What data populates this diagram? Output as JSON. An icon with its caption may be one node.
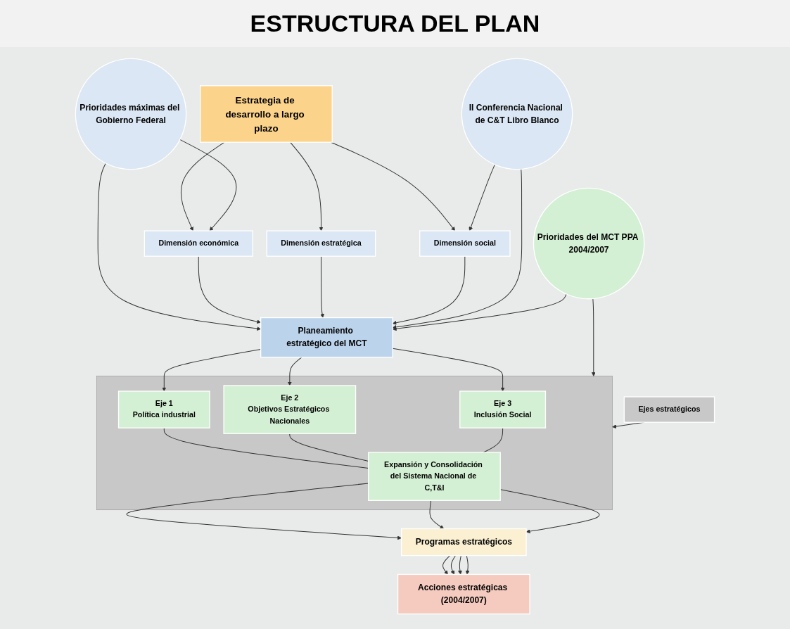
{
  "diagram": {
    "title": "ESTRUCTURA DEL PLAN",
    "nodes": [
      {
        "text": [
          "Estrategia de desarrollo a largo plazo"
        ]
      },
      {
        "text": [
          "Prioridades máximas del Gobierno Federal"
        ]
      },
      {
        "text": [
          "Dimensión económica"
        ]
      },
      {
        "text": [
          "Dimensión estratégica"
        ]
      },
      {
        "text": [
          "Dimensión social"
        ]
      },
      {
        "text": [
          "II Conferencia Nacional de C&T Libro Blanco"
        ]
      },
      {
        "text": [
          "Planeamiento estratégico del MCT"
        ]
      },
      {
        "text": [
          "Prioridades del MCT PPA 2004/2007"
        ]
      },
      {
        "text": [],
        "shape": "box"
      },
      {
        "text": [
          "Eje 1",
          "Política industrial"
        ],
        "in": 8
      },
      {
        "text": [
          "Eje 2",
          "Objetivos Estratégicos Nacionales"
        ],
        "in": 8
      },
      {
        "text": [
          "Eje 3",
          "Inclusión Social"
        ],
        "in": 8
      },
      {
        "text": [
          "Expansión y Consolidación del Sistema Nacional de C,T&I"
        ],
        "in": 8
      },
      {
        "text": [
          "Ejes estratégicos"
        ]
      },
      {
        "text": [
          "Programas estratégicos"
        ]
      },
      {
        "text": [
          "Acciones estratégicas (2004/2007)"
        ]
      }
    ],
    "edges": [
      {
        "from": 0,
        "to": 2,
        "arrow": "to"
      },
      {
        "from": 0,
        "to": 3,
        "arrow": "to"
      },
      {
        "from": 0,
        "to": 4,
        "arrow": "to"
      },
      {
        "from": 1,
        "to": 2,
        "arrow": "to"
      },
      {
        "from": 5,
        "to": 4,
        "arrow": "to"
      },
      {
        "from": 1,
        "to": 6,
        "arrow": "to"
      },
      {
        "from": 2,
        "to": 6,
        "arrow": "to"
      },
      {
        "from": 3,
        "to": 6,
        "arrow": "to"
      },
      {
        "from": 4,
        "to": 6,
        "arrow": "to"
      },
      {
        "from": 5,
        "to": 6,
        "arrow": "to"
      },
      {
        "from": 7,
        "to": 6,
        "arrow": "to"
      },
      {
        "from": 6,
        "to": 9,
        "arrow": "to"
      },
      {
        "from": 6,
        "to": 10,
        "arrow": "to"
      },
      {
        "from": 6,
        "to": 11,
        "arrow": "to"
      },
      {
        "from": 7,
        "to": 8,
        "arrow": "to"
      },
      {
        "from": 13,
        "to": 8,
        "arrow": "to"
      },
      {
        "from": 9,
        "to": 12,
        "arrow": "none"
      },
      {
        "from": 10,
        "to": 12,
        "arrow": "none"
      },
      {
        "from": 11,
        "to": 12,
        "arrow": "none"
      },
      {
        "from": 12,
        "to": 14,
        "arrow": "to"
      },
      {
        "from": 12,
        "to": 14,
        "arrow": "to"
      },
      {
        "from": 12,
        "to": 14,
        "arrow": "to"
      },
      {
        "from": 14,
        "to": 15,
        "arrow": "to"
      },
      {
        "from": 14,
        "to": 15,
        "arrow": "to"
      },
      {
        "from": 14,
        "to": 15,
        "arrow": "to"
      },
      {
        "from": 14,
        "to": 15,
        "arrow": "to"
      }
    ]
  }
}
